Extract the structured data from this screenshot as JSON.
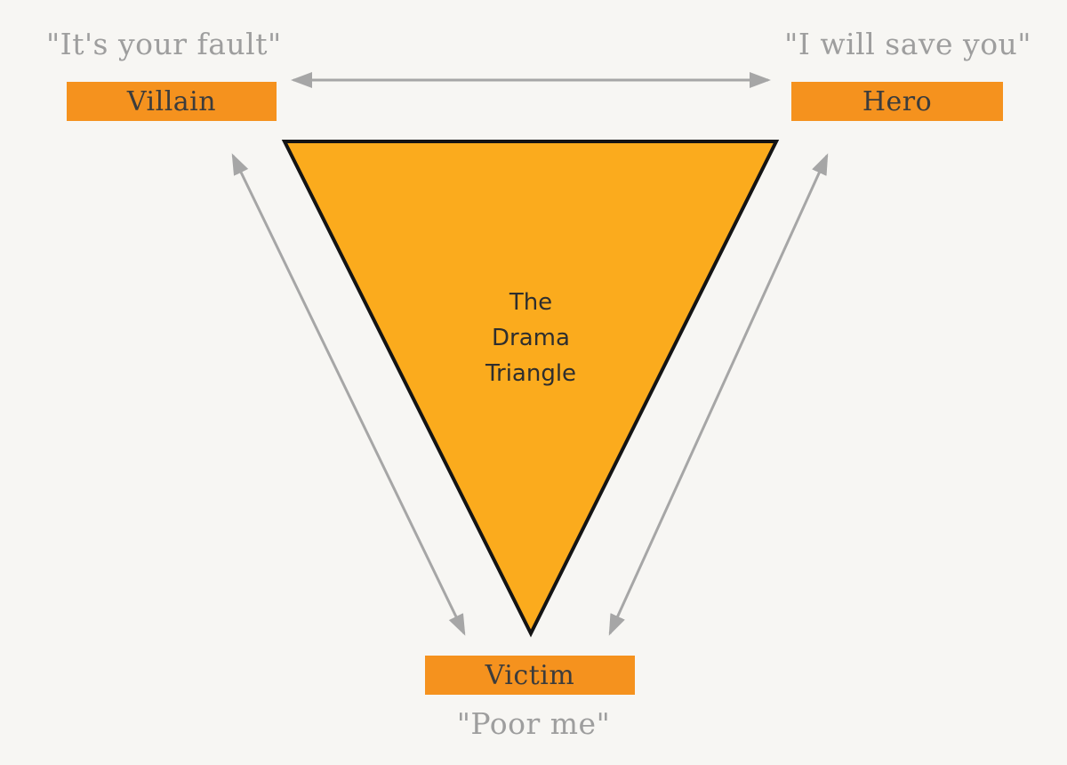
{
  "diagram": {
    "title_lines": [
      "The",
      "Drama",
      "Triangle"
    ],
    "roles": {
      "villain": {
        "label": "Villain",
        "quote": "\"It's your fault\""
      },
      "hero": {
        "label": "Hero",
        "quote": "\"I will save you\""
      },
      "victim": {
        "label": "Victim",
        "quote": "\"Poor me\""
      }
    },
    "colors": {
      "background": "#f7f6f3",
      "role_box": "#f5921e",
      "triangle_fill": "#fbab1d",
      "triangle_stroke": "#141414",
      "arrow": "#a6a6a6",
      "quote_text": "#9e9e9e",
      "label_text": "#3c3c3c"
    }
  }
}
